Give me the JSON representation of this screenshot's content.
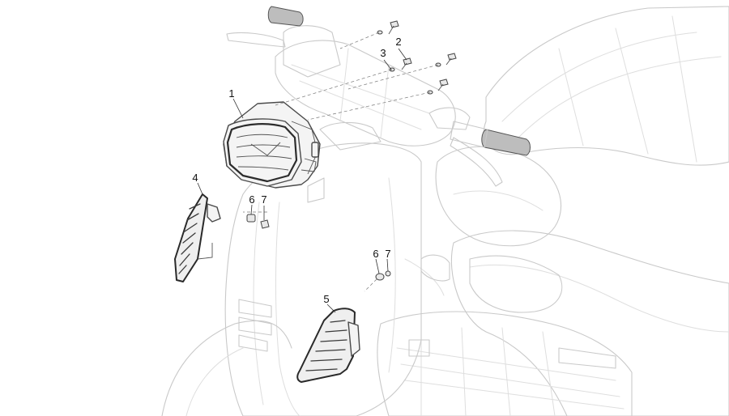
{
  "diagram": {
    "callouts": [
      {
        "id": "1",
        "label": "1"
      },
      {
        "id": "2",
        "label": "2"
      },
      {
        "id": "3",
        "label": "3"
      },
      {
        "id": "4",
        "label": "4"
      },
      {
        "id": "5",
        "label": "5"
      },
      {
        "id": "6a",
        "label": "6"
      },
      {
        "id": "7a",
        "label": "7"
      },
      {
        "id": "6b",
        "label": "6"
      },
      {
        "id": "7b",
        "label": "7"
      }
    ]
  }
}
